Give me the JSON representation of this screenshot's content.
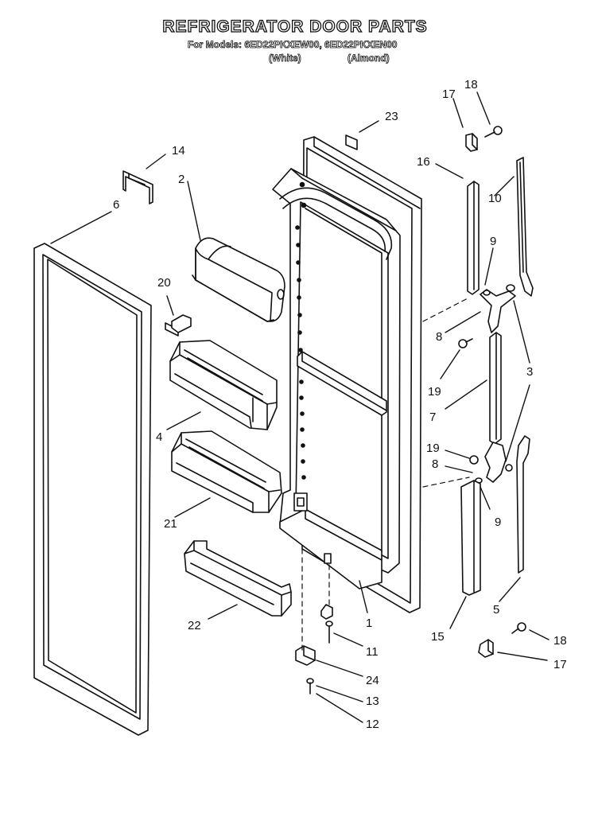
{
  "header": {
    "title": "REFRIGERATOR DOOR PARTS",
    "models": "For Models: 6ED22PKXEW00, 6ED22PKXEN00",
    "color_white": "(White)",
    "color_almond": "(Almond)"
  },
  "callouts": [
    "23",
    "17",
    "18",
    "16",
    "14",
    "2",
    "6",
    "10",
    "9",
    "20",
    "8",
    "3",
    "19",
    "4",
    "7",
    "19",
    "8",
    "21",
    "9",
    "1",
    "5",
    "22",
    "11",
    "15",
    "18",
    "24",
    "17",
    "13",
    "12"
  ],
  "colors": {
    "line": "#111111",
    "background": "#ffffff"
  }
}
